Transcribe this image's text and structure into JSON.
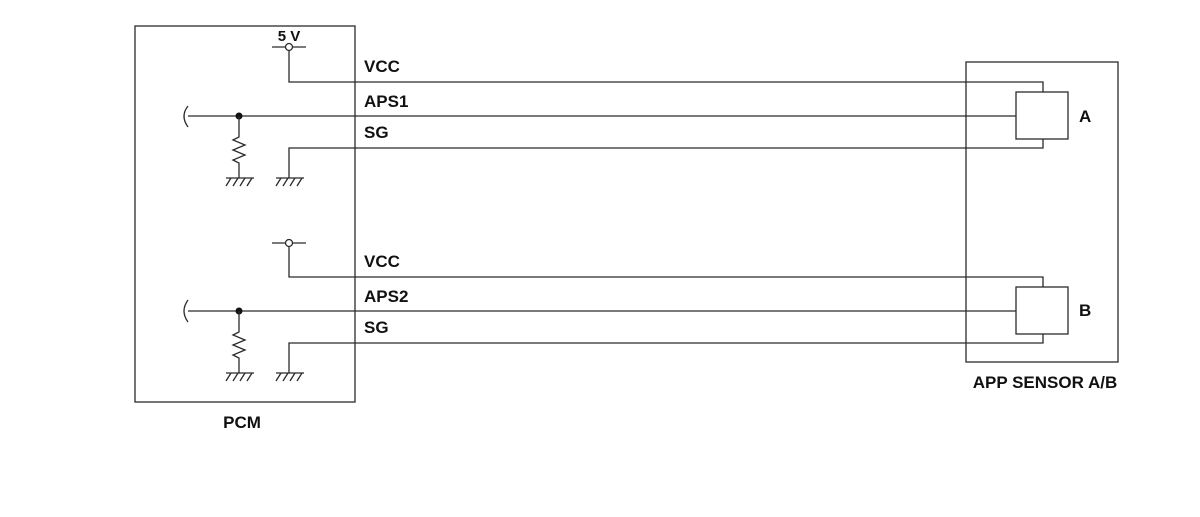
{
  "labels": {
    "supply": "5 V",
    "pcm": "PCM",
    "app_sensor": "APP SENSOR A/B",
    "sensor_a": "A",
    "sensor_b": "B",
    "vcc1": "VCC",
    "aps1": "APS1",
    "sg1": "SG",
    "vcc2": "VCC",
    "aps2": "APS2",
    "sg2": "SG"
  },
  "colors": {
    "line": "#2b2b2b",
    "text": "#111111",
    "background": "#ffffff"
  }
}
